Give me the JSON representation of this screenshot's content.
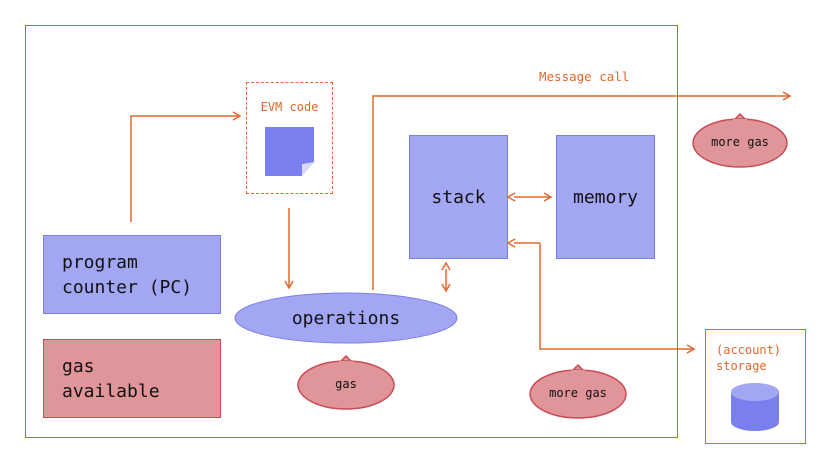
{
  "diagram": {
    "evm_code_label": "EVM code",
    "message_call_label": "Message call",
    "program_counter": [
      "program",
      "counter (PC)"
    ],
    "gas_available": [
      "gas",
      "available"
    ],
    "operations_label": "operations",
    "stack_label": "stack",
    "memory_label": "memory",
    "gas_bubble": "gas",
    "more_gas_top": "more gas",
    "more_gas_bottom": "more gas",
    "storage_label": [
      "(account)",
      "storage"
    ]
  },
  "colors": {
    "frame_border": "#6f6ff0",
    "purple_fill": "#a3a6f3",
    "red_fill": "#e0959a",
    "orange": "#e0692f"
  }
}
